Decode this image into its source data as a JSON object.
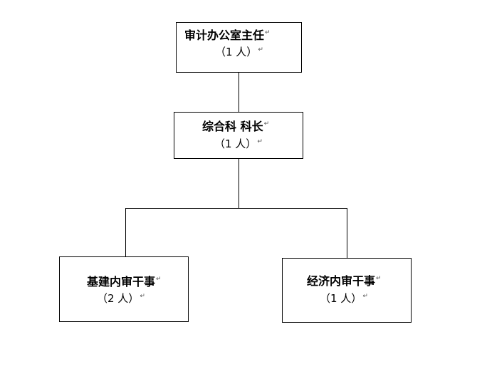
{
  "diagram": {
    "root": {
      "title": "审计办公室主任",
      "count": "（1 人）"
    },
    "middle": {
      "title": "综合科  科长",
      "count": "（1 人）"
    },
    "left": {
      "title": "基建内审干事",
      "count": "（2 人）"
    },
    "right": {
      "title": "经济内审干事",
      "count": "（1 人）"
    },
    "paragraph_mark": "↵"
  }
}
